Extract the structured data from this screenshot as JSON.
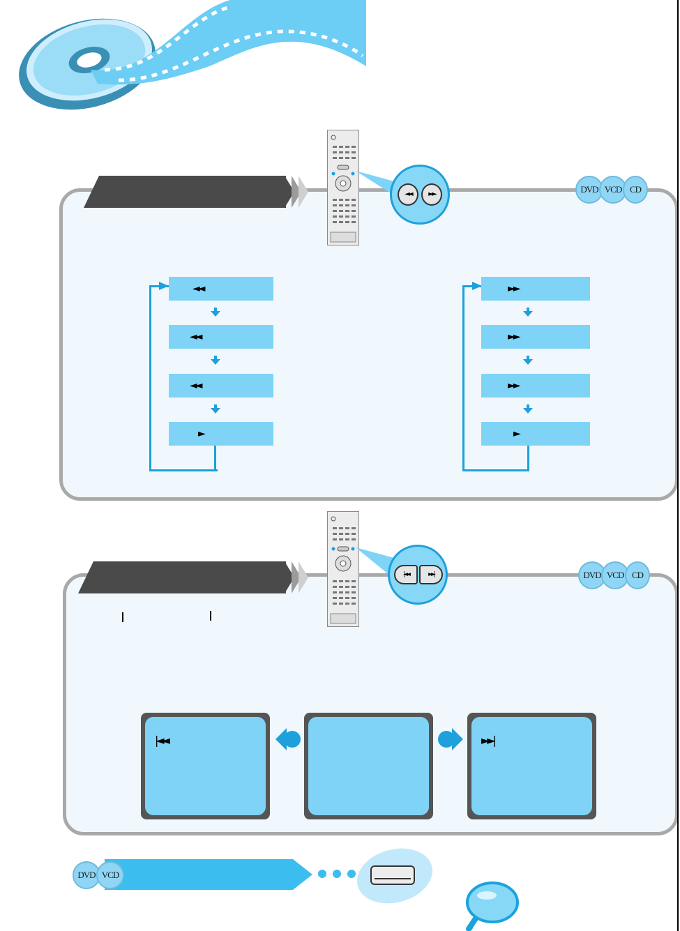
{
  "section_search": {
    "header_label": "",
    "disc_badges": [
      "DVD",
      "VCD",
      "CD"
    ],
    "reverse_steps": [
      "◄◄",
      "◄◄",
      "◄◄",
      "►"
    ],
    "forward_steps": [
      "►►",
      "►►",
      "►►",
      "►"
    ],
    "buttons": [
      "rewind-button",
      "fast-forward-button"
    ]
  },
  "section_skip": {
    "header_label": "",
    "disc_badges": [
      "DVD",
      "VCD",
      "CD"
    ],
    "prev_glyph": "|◄◄",
    "next_glyph": "►►|",
    "buttons": [
      "skip-previous-button",
      "skip-next-button"
    ]
  },
  "footer": {
    "disc_badges": [
      "DVD",
      "VCD"
    ]
  },
  "colors": {
    "accent_blue": "#1da0dc",
    "light_blue": "#7fd3f7",
    "panel_bg": "#f0f8fd",
    "panel_border": "#a9a9a9",
    "header_dark": "#4a4a4a"
  }
}
